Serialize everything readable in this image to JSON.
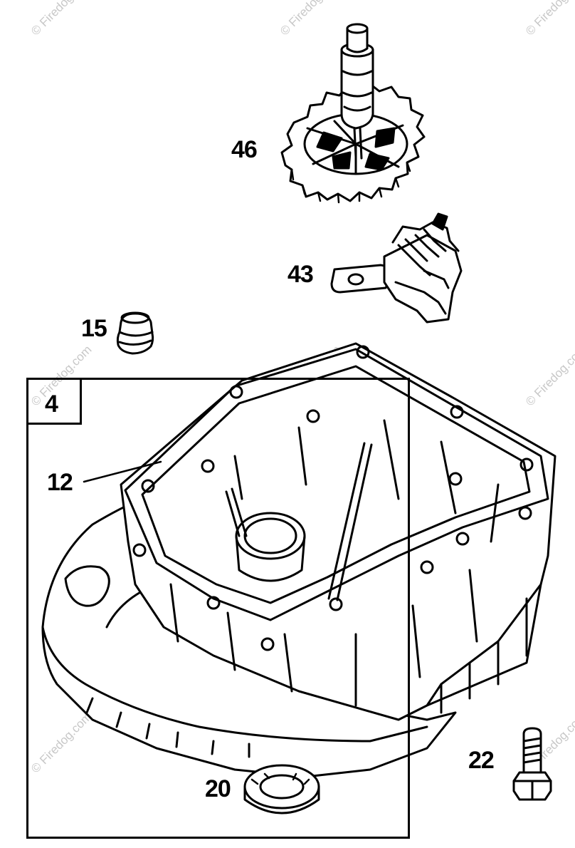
{
  "callouts": {
    "c46": "46",
    "c43": "43",
    "c15": "15",
    "c4": "4",
    "c12": "12",
    "c22": "22",
    "c20": "20"
  },
  "watermark": "© Firedog.com",
  "colors": {
    "line": "#000000",
    "background": "#ffffff",
    "watermark": "#c8c8c8"
  }
}
